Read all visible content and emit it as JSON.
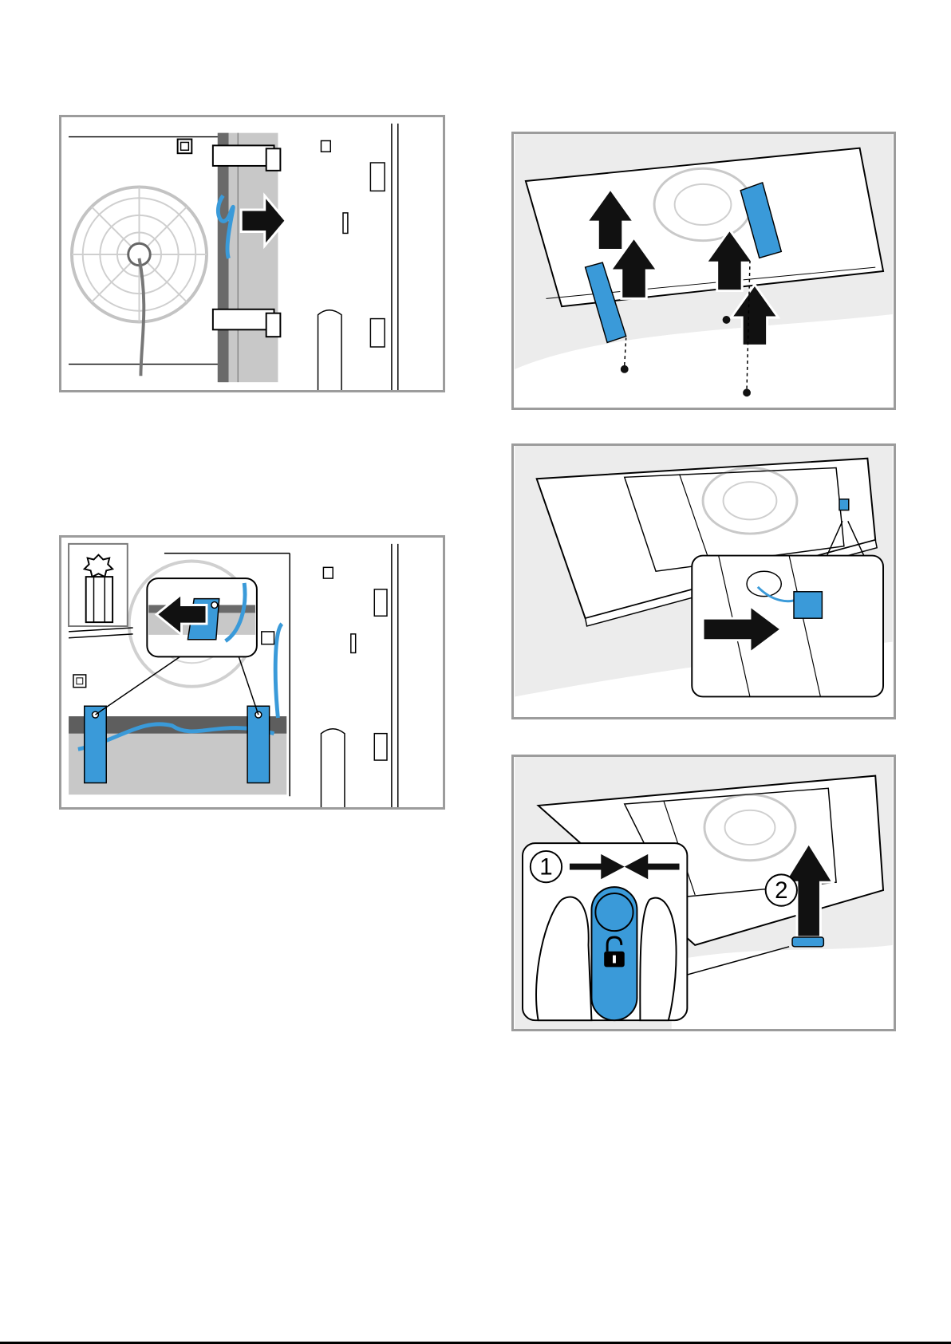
{
  "figures": [
    {
      "id": "fig1",
      "depicts": "fan-cable-unhooked"
    },
    {
      "id": "fig2",
      "depicts": "bracket-screw-removal"
    },
    {
      "id": "fig3",
      "depicts": "brackets-refit-upside"
    },
    {
      "id": "fig4",
      "depicts": "connector-plug-in"
    },
    {
      "id": "fig5",
      "depicts": "lock-release"
    }
  ],
  "steps": {
    "one": "1",
    "two": "2"
  },
  "colors": {
    "accent_blue": "#3a9ad9",
    "frame_gray": "#9c9c9c",
    "panel_gray": "#c8c8c8"
  },
  "icons": [
    "torx-screwdriver-icon",
    "unlock-icon",
    "arrow-icon"
  ]
}
